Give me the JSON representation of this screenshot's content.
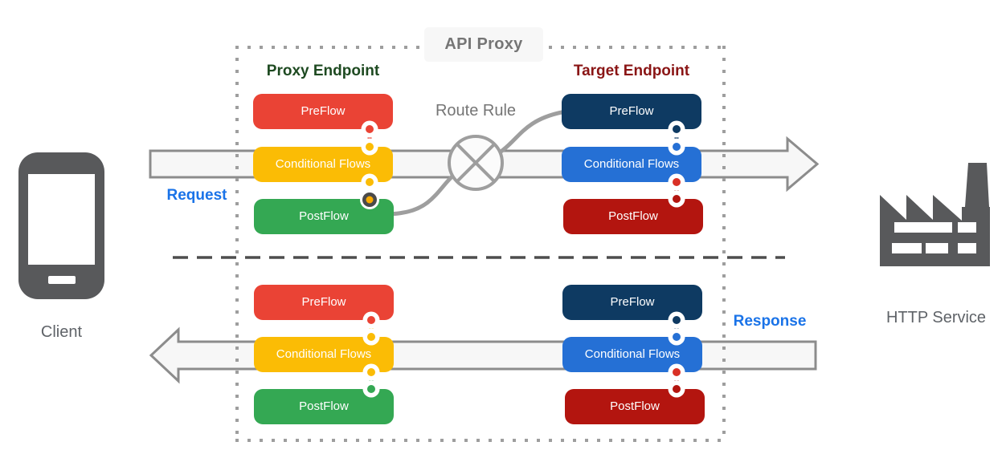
{
  "api_proxy": {
    "title": "API Proxy"
  },
  "route_rule": {
    "label": "Route Rule"
  },
  "client": {
    "label": "Client",
    "icon": "smartphone-icon"
  },
  "http_service": {
    "label": "HTTP Service",
    "icon": "factory-icon"
  },
  "flow_direction": {
    "request_label": "Request",
    "response_label": "Response"
  },
  "endpoints": {
    "proxy": {
      "title": "Proxy Endpoint"
    },
    "target": {
      "title": "Target Endpoint"
    }
  },
  "stacks": {
    "proxy_request": {
      "flows": [
        "PreFlow",
        "Conditional Flows",
        "PostFlow"
      ]
    },
    "target_request": {
      "flows": [
        "PreFlow",
        "Conditional Flows",
        "PostFlow"
      ]
    },
    "proxy_response": {
      "flows": [
        "PreFlow",
        "Conditional Flows",
        "PostFlow"
      ]
    },
    "target_response": {
      "flows": [
        "PreFlow",
        "Conditional Flows",
        "PostFlow"
      ]
    }
  },
  "palette": {
    "preflow_red": "#ea4335",
    "conditional_yellow": "#fbbc05",
    "postflow_green": "#34a853",
    "target_preflow_navy": "#0e3a62",
    "target_conditional_blue": "#2570d5",
    "target_postflow_darkred": "#b3150f",
    "proxy_endpoint_title": "#1e4a21",
    "target_endpoint_title": "#8a1515",
    "request_response_blue": "#1a73e8",
    "gray_text": "#757575",
    "icon_gray": "#58595b",
    "arrow_fill": "#f7f7f7",
    "arrow_stroke": "#8c8c8c",
    "dotted_border": "#9e9e9e"
  }
}
